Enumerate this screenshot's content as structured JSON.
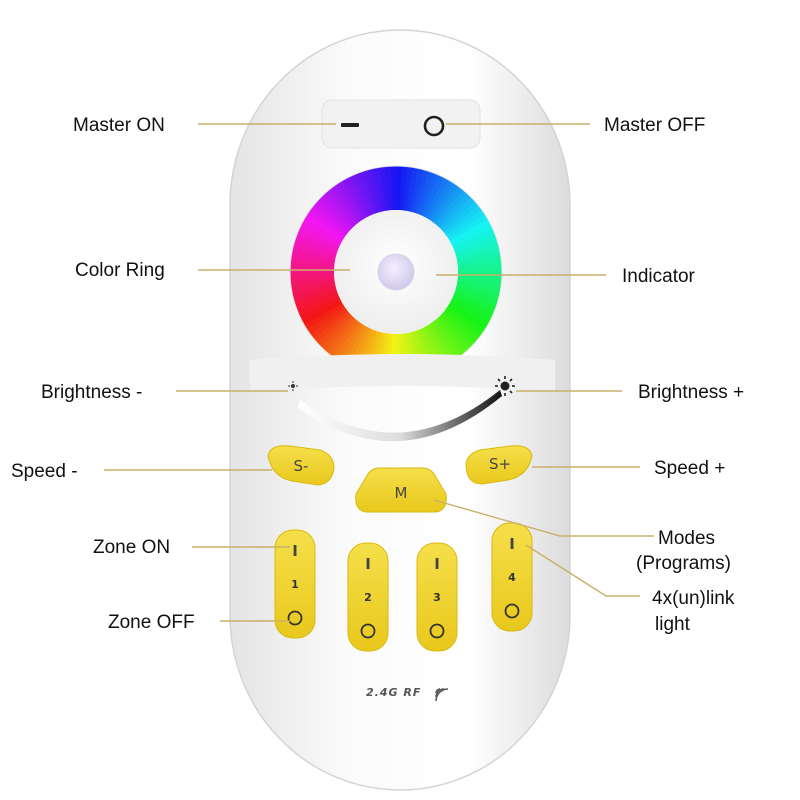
{
  "labels": {
    "master_on": "Master ON",
    "master_off": "Master OFF",
    "color_ring": "Color Ring",
    "indicator": "Indicator",
    "brightness_minus": "Brightness -",
    "brightness_plus": "Brightness +",
    "speed_minus": "Speed -",
    "speed_plus": "Speed +",
    "zone_on": "Zone ON",
    "zone_off": "Zone OFF",
    "modes_line1": "Modes",
    "modes_line2": "(Programs)",
    "link_line1": "4x(un)link",
    "link_line2": "light"
  },
  "buttons": {
    "speed_minus": "S-",
    "speed_plus": "S+",
    "mode": "M",
    "on_symbol": "I",
    "zones": [
      "1",
      "2",
      "3",
      "4"
    ]
  },
  "brand": "2.4G RF",
  "colors": {
    "accent_yellow": "#f2d62e",
    "body_white": "#f7f7f7",
    "leader": "#c8b06a"
  },
  "icons": {
    "master_on": "minus-icon",
    "master_off": "circle-icon",
    "brightness_low": "small-sun-icon",
    "brightness_high": "sun-icon",
    "zone_off": "circle-icon",
    "signal": "wifi-signal-icon"
  }
}
